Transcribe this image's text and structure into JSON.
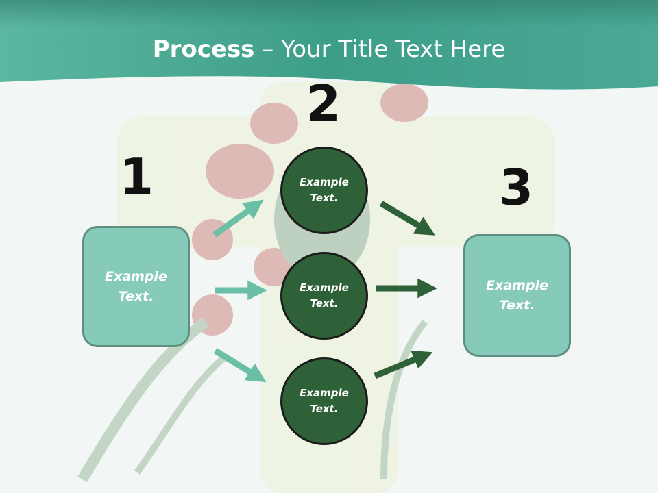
{
  "title": {
    "bold": "Process",
    "rest": " – Your Title Text Here"
  },
  "steps": {
    "n1": "1",
    "n2": "2",
    "n3": "3"
  },
  "left_box": {
    "text": "Example\nText."
  },
  "right_box": {
    "text": "Example\nText."
  },
  "circles": [
    {
      "text": "Example\nText."
    },
    {
      "text": "Example\nText."
    },
    {
      "text": "Example\nText."
    }
  ],
  "colors": {
    "header": "#4aa995",
    "box_fill": "#80c8b6",
    "box_border": "#5e8f80",
    "circle_fill": "#2f6138",
    "arrow_light": "#6bbfa6",
    "arrow_dark": "#2f6138"
  }
}
